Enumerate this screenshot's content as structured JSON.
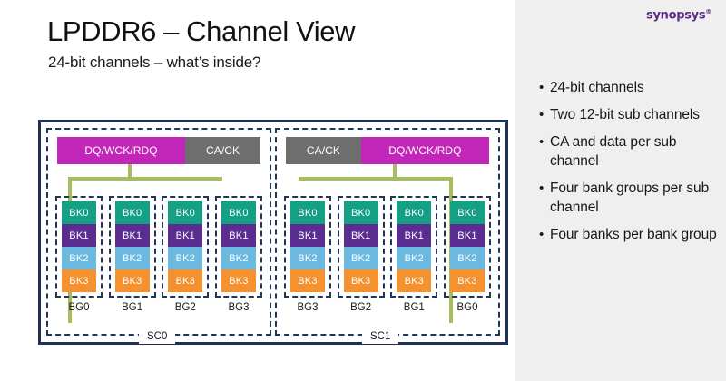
{
  "logo": {
    "text": "synopsys",
    "tm": "®",
    "color": "#5b2c86"
  },
  "header": {
    "title": "LPDDR6 – Channel View",
    "subtitle": "24-bit channels – what’s inside?"
  },
  "bullets": [
    "24-bit channels",
    "Two 12-bit sub channels",
    "CA and data per sub channel",
    "Four bank groups per sub channel",
    "Four banks per bank group"
  ],
  "bullet_marker": "•",
  "colors": {
    "frame": "#1f3254",
    "dashed": "#223458",
    "dq": "#c226b8",
    "ca": "#6e6e6e",
    "green": "#a6be5a",
    "bk0": "#14a085",
    "bk1": "#5b2d90",
    "bk2": "#6bb8e0",
    "bk3": "#f5922f",
    "panel_bg": "#efefef"
  },
  "diagram": {
    "subchannels": [
      {
        "name": "SC0",
        "io": [
          {
            "label": "DQ/WCK/RDQ",
            "kind": "dq"
          },
          {
            "label": "CA/CK",
            "kind": "ca"
          }
        ],
        "bank_groups": [
          {
            "name": "BG0",
            "banks": [
              "BK0",
              "BK1",
              "BK2",
              "BK3"
            ]
          },
          {
            "name": "BG1",
            "banks": [
              "BK0",
              "BK1",
              "BK2",
              "BK3"
            ]
          },
          {
            "name": "BG2",
            "banks": [
              "BK0",
              "BK1",
              "BK2",
              "BK3"
            ]
          },
          {
            "name": "BG3",
            "banks": [
              "BK0",
              "BK1",
              "BK2",
              "BK3"
            ]
          }
        ]
      },
      {
        "name": "SC1",
        "io": [
          {
            "label": "CA/CK",
            "kind": "ca"
          },
          {
            "label": "DQ/WCK/RDQ",
            "kind": "dq"
          }
        ],
        "bank_groups": [
          {
            "name": "BG3",
            "banks": [
              "BK0",
              "BK1",
              "BK2",
              "BK3"
            ]
          },
          {
            "name": "BG2",
            "banks": [
              "BK0",
              "BK1",
              "BK2",
              "BK3"
            ]
          },
          {
            "name": "BG1",
            "banks": [
              "BK0",
              "BK1",
              "BK2",
              "BK3"
            ]
          },
          {
            "name": "BG0",
            "banks": [
              "BK0",
              "BK1",
              "BK2",
              "BK3"
            ]
          }
        ]
      }
    ]
  }
}
